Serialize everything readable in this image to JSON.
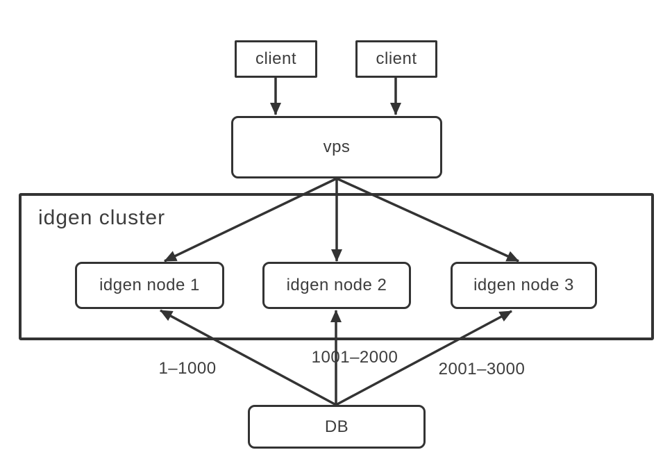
{
  "diagram": {
    "cluster_title": "idgen cluster",
    "nodes": {
      "client1": {
        "label": "client"
      },
      "client2": {
        "label": "client"
      },
      "vps": {
        "label": "vps"
      },
      "node1": {
        "label": "idgen node 1"
      },
      "node2": {
        "label": "idgen node 2"
      },
      "node3": {
        "label": "idgen node 3"
      },
      "db": {
        "label": "DB"
      }
    },
    "edge_labels": {
      "db_to_node1": "1–1000",
      "db_to_node2": "1001–2000",
      "db_to_node3": "2001–3000"
    },
    "colors": {
      "stroke": "#333333",
      "text": "#3d3d3d",
      "background": "#ffffff"
    }
  }
}
